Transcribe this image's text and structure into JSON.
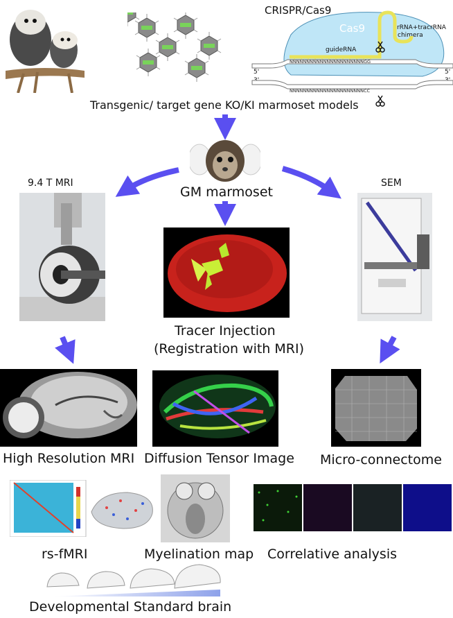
{
  "crispr": {
    "title": "CRISPR/Cas9",
    "enzyme": "Cas9",
    "chimera_line1": "crRNA+tracrRNA",
    "chimera_line2": "chimera",
    "guide": "guideRNA",
    "strand_top": "NNNNNNNNNNNNNNNNNNNNNNGG",
    "strand_bottom": "NNNNNNNNNNNNNNNNNNNNNNCC",
    "end_5": "5'",
    "end_3": "3'"
  },
  "labels": {
    "transgenic": "Transgenic/ target gene KO/KI marmoset models",
    "gm_marmoset": "GM marmoset",
    "mri_94": "9.4 T MRI",
    "sem": "SEM",
    "tracer_line1": "Tracer Injection",
    "tracer_line2": "(Registration with MRI)",
    "high_res_mri": "High Resolution MRI",
    "dti": "Diffusion Tensor Image",
    "micro_connectome": "Micro-connectome",
    "rs_fmri": "rs-fMRI",
    "myelination": "Myelination map",
    "correlative": "Correlative analysis",
    "developmental": "Developmental Standard brain"
  },
  "colors": {
    "arrow": "#5a4ff0",
    "cas9_fill": "#bfe6f7",
    "guide": "#e8e35a",
    "dti_bg": "#000000"
  },
  "icons": [
    "marmoset-photo",
    "virus-particles-icon",
    "marmoset-face-photo",
    "mri-scanner-photo",
    "sem-instrument-photo",
    "tracer-brain-image",
    "mri-sagittal-image",
    "dti-tractography-image",
    "sem-mosaic-image",
    "fmri-matrix-image",
    "myelin-map-image",
    "fluorescence-panels",
    "brain-outlines"
  ]
}
